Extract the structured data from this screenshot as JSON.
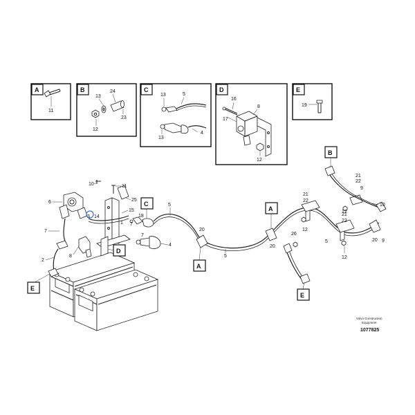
{
  "detail_boxes": [
    {
      "letter": "A",
      "numbers": [
        "11"
      ]
    },
    {
      "letter": "B",
      "numbers": [
        "13",
        "24",
        "12",
        "23"
      ]
    },
    {
      "letter": "C",
      "numbers": [
        "13",
        "5",
        "13",
        "4"
      ]
    },
    {
      "letter": "D",
      "numbers": [
        "16",
        "8",
        "17",
        "12"
      ]
    },
    {
      "letter": "E",
      "numbers": [
        "19"
      ]
    }
  ],
  "main_tags": {
    "B": "B",
    "C": "C",
    "D": "D",
    "A_upper": "A",
    "A_lower": "A",
    "E_left": "E",
    "E_right": "E"
  },
  "callouts": {
    "n10a": "10",
    "n11a": "11",
    "n25": "25",
    "n6": "6",
    "n3": "3",
    "n14": "14",
    "n15": "15",
    "n18": "18",
    "n7a": "7",
    "n7b": "7",
    "n7c": "7",
    "n1": "1",
    "n2": "2",
    "n8": "8",
    "n4": "4",
    "n5a": "5",
    "n5b": "5",
    "n5c": "5",
    "n20a": "20",
    "n20b": "20",
    "n20c": "20",
    "n26": "26",
    "n12a": "12",
    "n12b": "12",
    "n12c": "12",
    "n21a": "21",
    "n22a": "22",
    "n21b": "21",
    "n22b": "22",
    "n21c": "21",
    "n22c": "22",
    "n9a": "9",
    "n9b": "9",
    "n10b": "10"
  },
  "publisher": {
    "line1": "Volvo Construction",
    "line2": "Equipment",
    "drawing_number": "1077825"
  }
}
